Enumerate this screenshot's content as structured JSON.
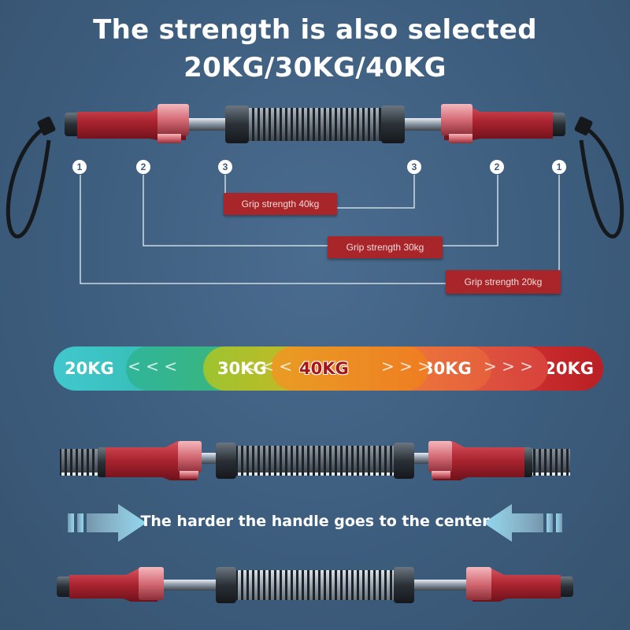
{
  "headline": {
    "line1": "The strength is also selected",
    "line2": "20KG/30KG/40KG"
  },
  "markers": [
    "1",
    "2",
    "3",
    "3",
    "2",
    "1"
  ],
  "callouts": [
    "Grip strength 40kg",
    "Grip strength 30kg",
    "Grip strength 20kg"
  ],
  "scale": {
    "labels": [
      "20KG",
      "30KG",
      "40KG",
      "30KG",
      "20KG"
    ],
    "chevrons_left": "< < <",
    "chevrons_left_2": "< < <",
    "chevrons_right": "> > >",
    "chevrons_right_2": "> > >",
    "colors": [
      "#3fc3c8",
      "#2db48f",
      "#b3c524",
      "#f07a1e",
      "#c8262b"
    ]
  },
  "caption": "The harder the handle goes to the center",
  "colors": {
    "background": "#3d5d7e",
    "handle_red": "#b02a36",
    "callout_red": "#a8262a",
    "arrow_blue": "#9fdcef"
  }
}
